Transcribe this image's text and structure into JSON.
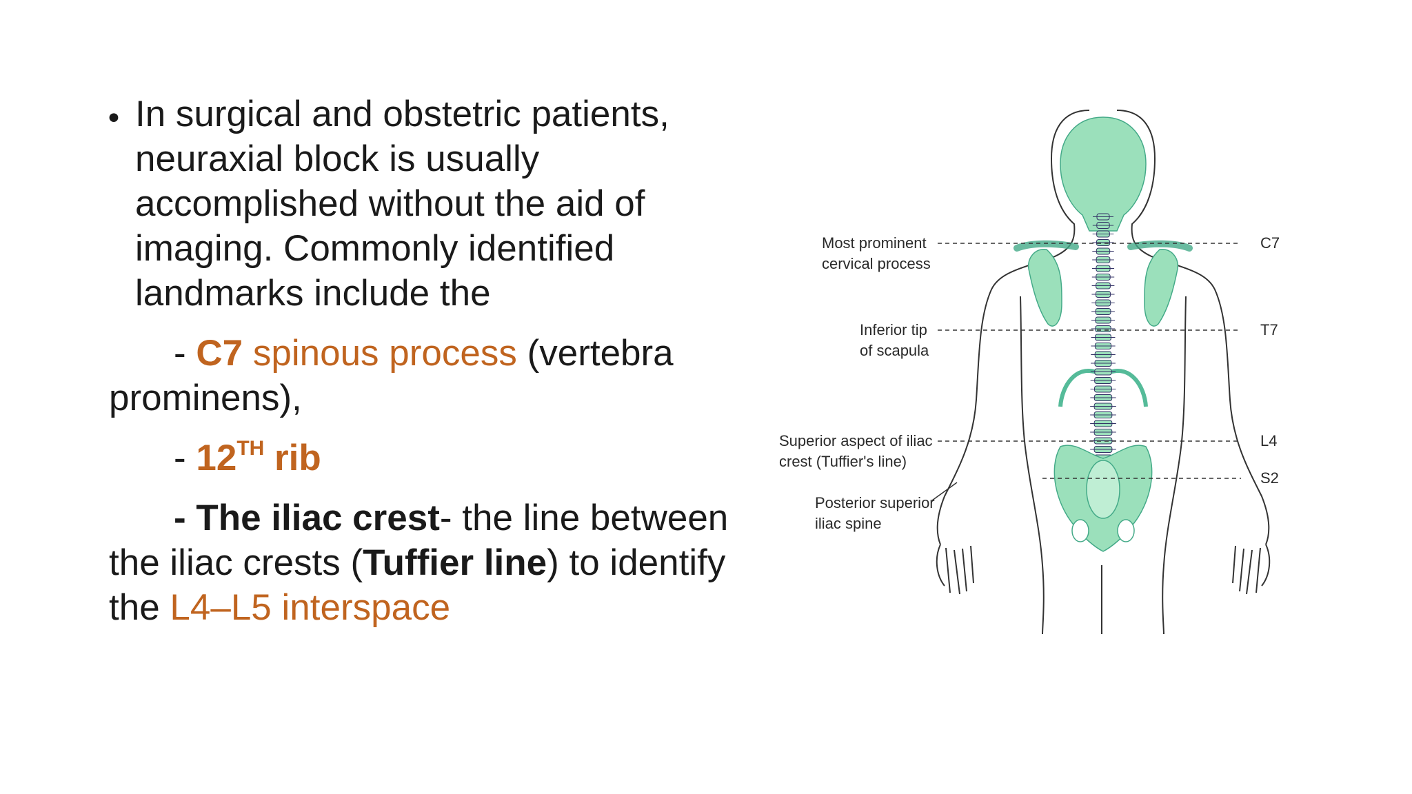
{
  "slide": {
    "bullet_symbol": "•",
    "intro_lines": [
      "In surgical and obstetric patients,",
      "neuraxial block is usually",
      "accomplished without the aid of",
      "imaging.  Commonly identified",
      "landmarks include the"
    ],
    "item1": {
      "dash": "- ",
      "c7": "C7",
      "space": " ",
      "term": "spinous process",
      "rest": " (vertebra",
      "line2": "prominens),"
    },
    "item2": {
      "dash": "- ",
      "num": "12",
      "sup": "TH",
      "word": " rib"
    },
    "item3": {
      "bold_lead": "- The iliac crest",
      "rest1": "- the line between",
      "line2_a": "the iliac crests (",
      "line2_bold": "Tuffier line",
      "line2_b": ") to identify",
      "line3_a": "the ",
      "line3_orange": "L4–L5 interspace"
    }
  },
  "figure": {
    "labels_left": {
      "c7_line1": "Most prominent",
      "c7_line2": "cervical process",
      "t7_line1": "Inferior tip",
      "t7_line2": "of scapula",
      "l4_line1": "Superior aspect of iliac",
      "l4_line2": "crest (Tuffier's line)",
      "s2_line1": "Posterior superior",
      "s2_line2": "iliac spine"
    },
    "labels_right": {
      "c7": "C7",
      "t7": "T7",
      "l4": "L4",
      "s2": "S2"
    },
    "colors": {
      "bone": "#9be0bb",
      "outline": "#333333",
      "accent_text": "#c0641f"
    }
  }
}
